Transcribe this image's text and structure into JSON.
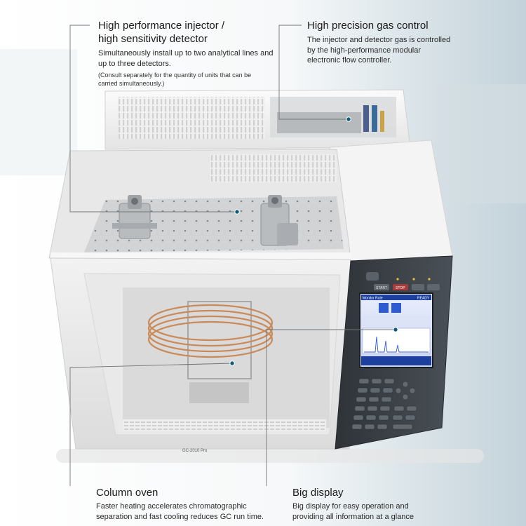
{
  "callouts": {
    "injector": {
      "title_line1": "High performance injector /",
      "title_line2": "high sensitivity detector",
      "desc_line1": "Simultaneously install up to two analytical lines and",
      "desc_line2": "up to three detectors.",
      "note_line1": "(Consult separately for the quantity of units that can be",
      "note_line2": "carried simultaneously.)"
    },
    "gas": {
      "title": "High precision gas control",
      "desc_line1": "The injector and detector gas is controlled",
      "desc_line2": "by the high-performance modular",
      "desc_line3": "electronic flow controller."
    },
    "oven": {
      "title": "Column oven",
      "desc_line1": "Faster heating accelerates chromatographic",
      "desc_line2": "separation and fast cooling reduces GC run time."
    },
    "display": {
      "title": "Big display",
      "desc_line1": "Big display for easy operation and",
      "desc_line2": "providing all information at a glance"
    }
  },
  "device": {
    "model_label": "GC-2010 Pro",
    "screen_header": "Monitor Rate",
    "screen_status": "READY",
    "key_start": "START",
    "key_stop": "STOP"
  },
  "colors": {
    "leader_line": "#6f7478",
    "marker": "#0f5c7a",
    "keypad_bezel": "#3b4046",
    "screen_blue": "#1d3f9e",
    "column_copper": "#c98a58"
  }
}
